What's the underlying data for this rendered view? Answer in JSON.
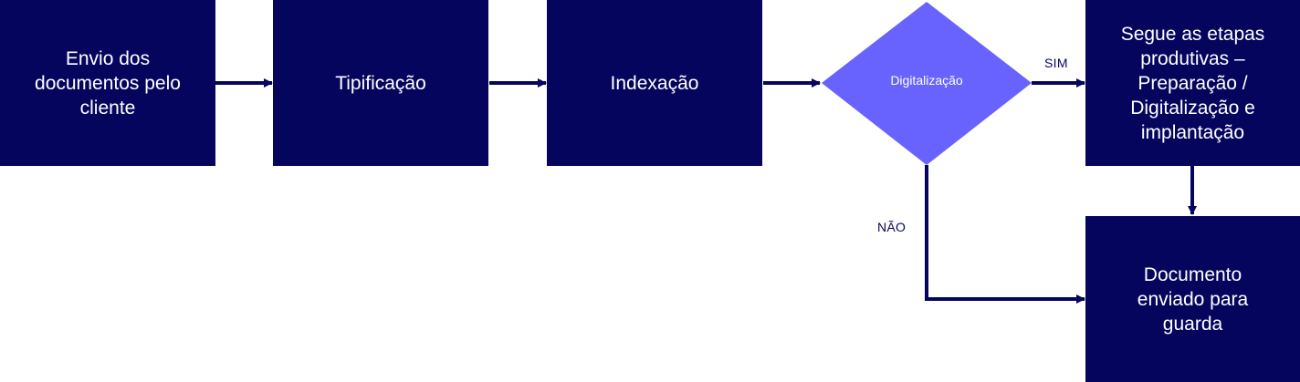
{
  "colors": {
    "process_fill": "#05055e",
    "decision_fill": "#6863ff",
    "connector": "#05055e",
    "edge_label": "#05055e",
    "text_on_fill": "#ffffff"
  },
  "nodes": {
    "envio": "Envio dos\ndocumentos pelo\ncliente",
    "tipificacao": "Tipificação",
    "indexacao": "Indexação",
    "digitalizacao_decision": "Digitalização",
    "etapas": "Segue as etapas\nprodutivas –\nPreparação /\nDigitalização e\nimplantação",
    "guarda": "Documento\nenviado para\nguarda"
  },
  "edges": {
    "sim_label": "SIM",
    "nao_label": "NÃO"
  }
}
